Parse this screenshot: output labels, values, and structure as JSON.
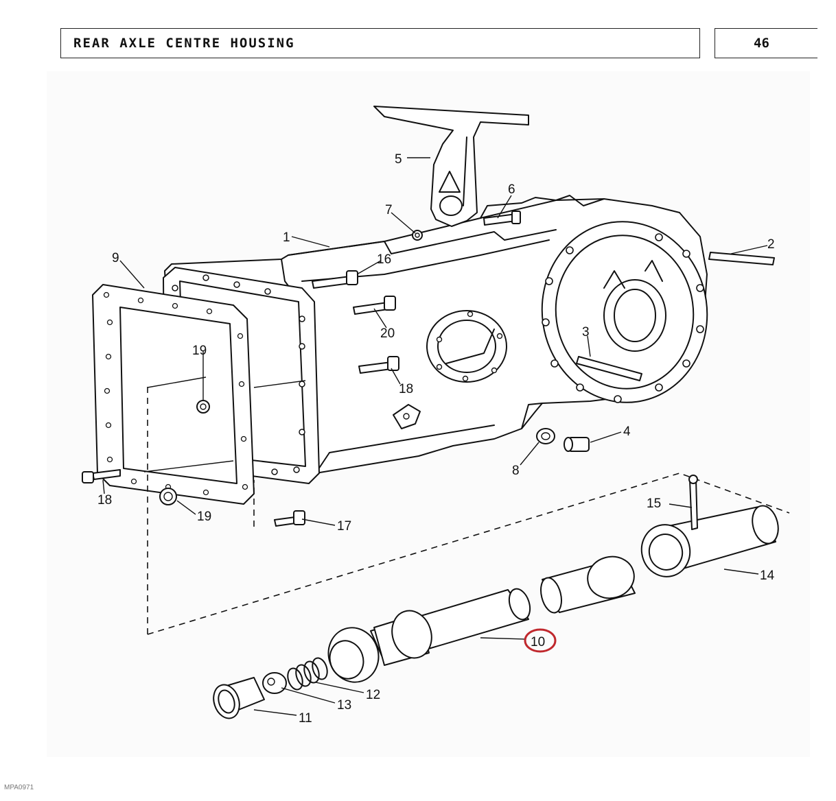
{
  "header": {
    "title": "REAR AXLE CENTRE HOUSING",
    "page_number": "46"
  },
  "footer": {
    "drawing_code": "MPA0971"
  },
  "highlight": {
    "callout": "10",
    "color": "#c0282d"
  },
  "callouts": {
    "c1": "1",
    "c2": "2",
    "c3": "3",
    "c4": "4",
    "c5": "5",
    "c6": "6",
    "c7": "7",
    "c8": "8",
    "c9": "9",
    "c10": "10",
    "c11": "11",
    "c12": "12",
    "c13": "13",
    "c14": "14",
    "c15": "15",
    "c16": "16",
    "c17": "17",
    "c18a": "18",
    "c18b": "18",
    "c19a": "19",
    "c19b": "19",
    "c20": "20"
  }
}
